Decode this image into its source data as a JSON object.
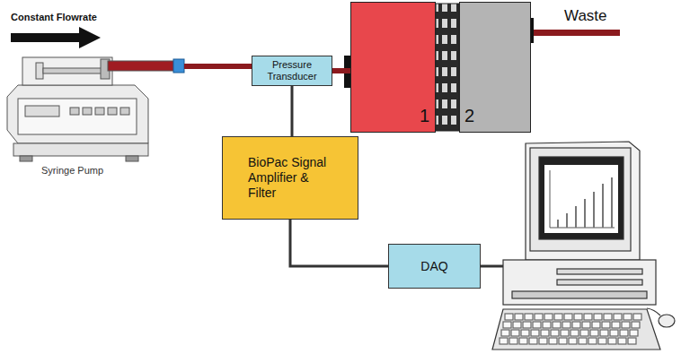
{
  "diagram": {
    "nodes": [
      {
        "text": [
          "Pressure Transducer"
        ]
      },
      {
        "text": [
          "1"
        ]
      },
      {
        "text": [
          "2"
        ]
      },
      {
        "text": [
          "BioPac Signal Amplifier & Filter"
        ]
      },
      {
        "text": [
          "DAQ"
        ]
      }
    ],
    "edges": [
      {
        "from": 0,
        "to": 1,
        "arrow": "none"
      },
      {
        "from": 0,
        "to": 3,
        "arrow": "none"
      },
      {
        "from": 3,
        "to": 4,
        "arrow": "none"
      }
    ],
    "labels": [
      "Constant Flowrate",
      "Syringe Pump",
      "Waste"
    ]
  }
}
